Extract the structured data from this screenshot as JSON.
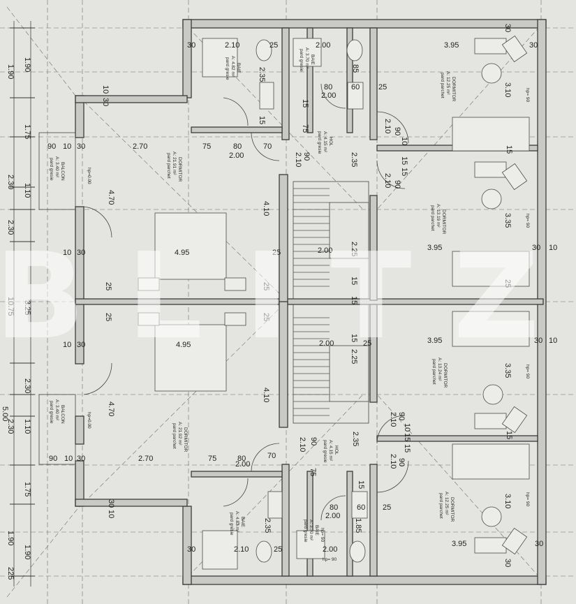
{
  "plan": {
    "rooms": [
      {
        "id": "baie-top",
        "name": "BAIE",
        "area": "A: 4.82 m²",
        "floor": "pard gresie"
      },
      {
        "id": "baie-top-small",
        "name": "BAIE",
        "area": "A: 3.70 m²",
        "floor": "pard gresie"
      },
      {
        "id": "dorm-top-left",
        "name": "DORMITOR",
        "area": "A: 21.91 m²",
        "floor": "pard parchet"
      },
      {
        "id": "hol-top",
        "name": "HOL",
        "area": "A: 4.15 m²",
        "floor": "pard gresie"
      },
      {
        "id": "dorm-top-right-1",
        "name": "DORMITOR",
        "area": "A: 12.25 m²",
        "floor": "pard parchet"
      },
      {
        "id": "dorm-top-right-2",
        "name": "DORMITOR",
        "area": "A: 13.19 m²",
        "floor": "pard parchet"
      },
      {
        "id": "balcon-top",
        "name": "BALCON",
        "area": "A: 3.40 m²",
        "floor": "pard gresie"
      },
      {
        "id": "balcon-bottom",
        "name": "BALCON",
        "area": "A: 3.40 m²",
        "floor": "pard gresie"
      },
      {
        "id": "dorm-bottom-left",
        "name": "DORMITOR",
        "area": "A: 21.92 m²",
        "floor": "pard parchet"
      },
      {
        "id": "hol-bottom",
        "name": "HOL",
        "area": "A: 4.15 m²",
        "floor": "pard gresie"
      },
      {
        "id": "dorm-bottom-right-1",
        "name": "DORMITOR",
        "area": "A: 13.24 m²",
        "floor": "pard parchet"
      },
      {
        "id": "dorm-bottom-right-2",
        "name": "DORMITOR",
        "area": "A: 12.25 m²",
        "floor": "pard parchet"
      },
      {
        "id": "baie-bottom",
        "name": "BAIE",
        "area": "A: 4.83 m²",
        "floor": "pard gresie"
      },
      {
        "id": "baie-bottom-small",
        "name": "BAIE",
        "area": "A: 3.70 m²",
        "floor": "pard gresie"
      }
    ],
    "dims": {
      "left_190a": "1.90",
      "left_190b": "1.90",
      "left_175a": "1.75",
      "left_230a": "2.30",
      "left_110a": "1.10",
      "left_230b": "2.30",
      "left_1075": "10.75",
      "left_325": "3.25",
      "left_230c": "2.30",
      "left_110b": "1.10",
      "left_230d": "2.30",
      "left_175b": "1.75",
      "left_190c": "1.90",
      "left_190d": "1.90",
      "left_500": "5.00",
      "left_225": "225",
      "d_90a": "90",
      "d_10a": "10",
      "d_30a": "30",
      "d_270a": "2.70",
      "d_75a": "75",
      "d_80a": "80",
      "d_200a": "2.00",
      "d_70a": "70",
      "d_470a": "4.70",
      "d_1030a": "10",
      "d_30b": "30",
      "d_410a": "4.10",
      "d_495a": "4.95",
      "d_10b": "10",
      "d_30c": "30",
      "d_25a": "25",
      "d_25b": "25",
      "d_25c": "25",
      "d_25d": "25",
      "d_25e": "25",
      "d_495b": "4.95",
      "d_10c": "10",
      "d_30d": "30",
      "d_410b": "4.10",
      "d_470b": "4.70",
      "d_90b": "90",
      "d_10d": "10",
      "d_30e": "30",
      "d_270b": "2.70",
      "d_75b": "75",
      "d_80b": "80",
      "d_200b": "2.00",
      "d_70b": "70",
      "d_30f": "30",
      "d_10e": "10",
      "b_210a": "2.10",
      "b_25a": "25",
      "b_200a": "2.00",
      "b_235a": "2.35",
      "b_85a": "85",
      "b_80a": "80",
      "b_200b": "2.00",
      "b_60a": "60",
      "b_25b": "25",
      "b_15a": "15",
      "b_15b": "15",
      "b_75a": "75",
      "b_30a": "30",
      "h_210a": "2.10",
      "h_90a": "90",
      "h_235a": "2.35",
      "h_90b": "90",
      "h_210b": "2.10",
      "h_10a": "10",
      "h_15a": "15",
      "h_15b": "15",
      "h_210c": "2.10",
      "h_90c": "90",
      "s_200a": "2.00",
      "s_225a": "2.25",
      "s_200b": "2.00",
      "s_225b": "2.25",
      "s_15a": "15",
      "s_15b": "15",
      "s_15c": "15",
      "s_25a": "25",
      "r_395a": "3.95",
      "r_310a": "3.10",
      "r_15a": "15",
      "r_335a": "3.35",
      "r_395b": "3.95",
      "r_25a": "25",
      "r_395c": "3.95",
      "r_335b": "3.35",
      "r_15b": "15",
      "r_310b": "3.10",
      "r_395d": "3.95",
      "r_30a": "30",
      "r_30b": "30",
      "r_10a": "10",
      "r_30c": "30",
      "r_10b": "10",
      "r_30d": "30",
      "r_30e": "30",
      "r_30f": "30",
      "bb_210a": "2.10",
      "bb_25a": "25",
      "bb_200a": "2.00",
      "bb_235a": "2.35",
      "bb_185a": "1.85",
      "bb_80a": "80",
      "bb_200b": "2.00",
      "bb_60a": "60",
      "bb_25b": "25",
      "bb_15a": "15",
      "bb_75a": "75",
      "bb_30a": "30",
      "hb_210a": "2.10",
      "hb_90a": "90",
      "hb_235a": "2.35",
      "hb_90b": "90",
      "hb_210b": "2.10",
      "hb_15a": "15",
      "hb_10a": "10",
      "hb_15b": "15",
      "hb_210c": "2.10",
      "hb_90c": "90"
    },
    "hp": [
      "hp=0.00",
      "hp=0.00",
      "hp= 90",
      "hp= 90",
      "hp= 90",
      "hp= 90",
      "hp= 90",
      "hp= 90"
    ],
    "watermark": "BLITZ"
  }
}
